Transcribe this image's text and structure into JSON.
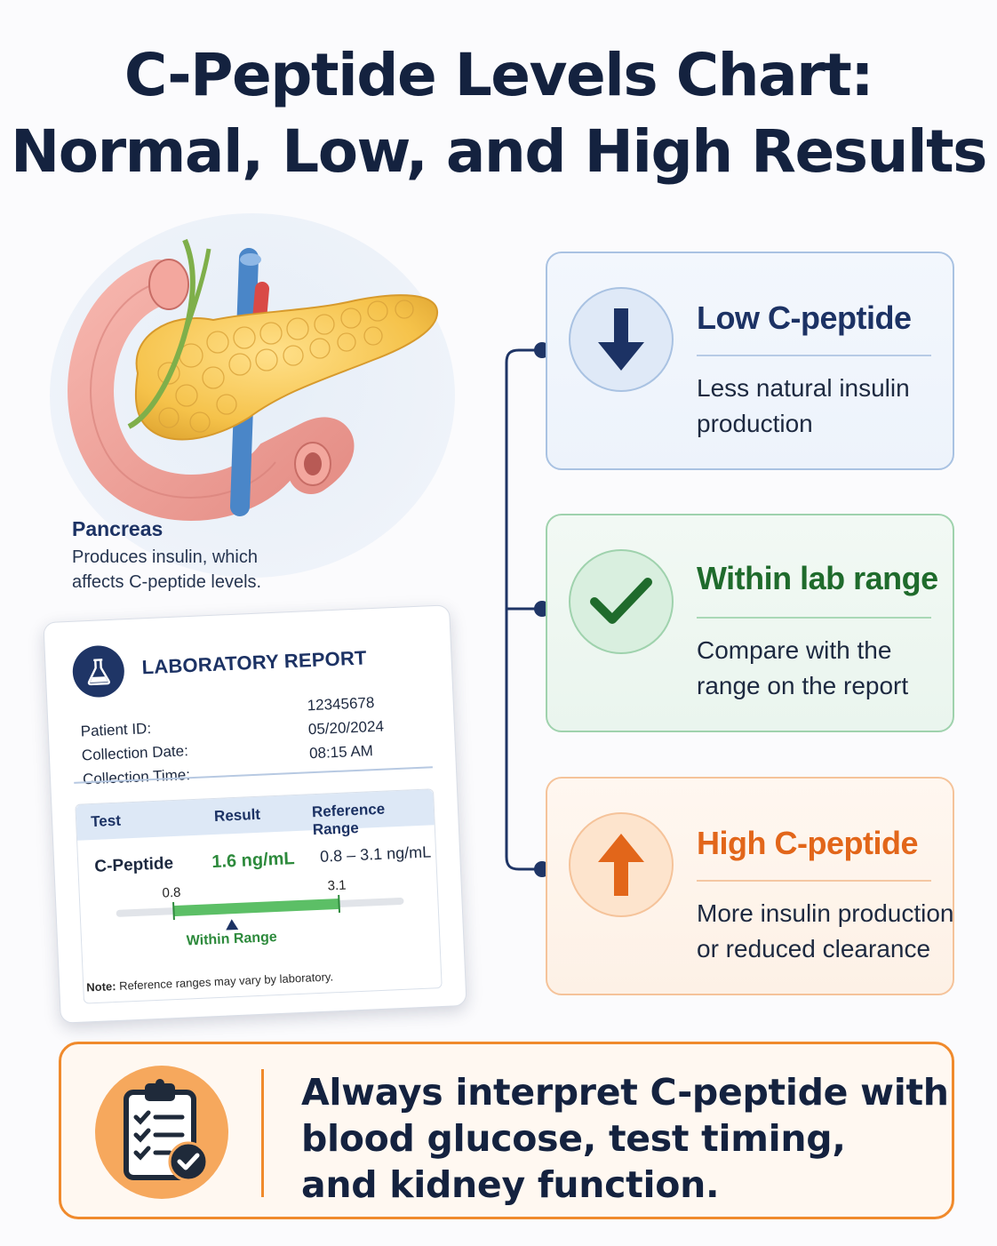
{
  "title": {
    "line1": "C-Peptide Levels Chart:",
    "line2": "Normal, Low, and High Results"
  },
  "pancreas": {
    "title": "Pancreas",
    "description": "Produces insulin, which affects C-peptide levels."
  },
  "report": {
    "title": "LABORATORY REPORT",
    "labels": {
      "patient_id": "Patient ID:",
      "collection_date": "Collection Date:",
      "collection_time": "Collection Time:"
    },
    "values": {
      "patient_id": "12345678",
      "collection_date": "05/20/2024",
      "collection_time": "08:15 AM"
    },
    "table": {
      "headers": [
        "Test",
        "Result",
        "Reference Range"
      ],
      "row": {
        "test": "C-Peptide",
        "result": "1.6 ng/mL",
        "reference": "0.8 – 3.1 ng/mL"
      }
    },
    "range": {
      "low_label": "0.8",
      "high_label": "3.1",
      "low": 0.8,
      "high": 3.1,
      "value": 1.6,
      "status": "Within Range"
    },
    "note_bold": "Note:",
    "note": " Reference ranges may vary by laboratory."
  },
  "cards": [
    {
      "heading": "Low C-peptide",
      "text": "Less natural insulin production",
      "icon": "arrow-down-icon",
      "color": "#1c3264"
    },
    {
      "heading": "Within lab range",
      "text": "Compare with the range on the report",
      "icon": "check-icon",
      "color": "#1f6b2c"
    },
    {
      "heading": "High C-peptide",
      "text": "More insulin production or reduced clearance",
      "icon": "arrow-up-icon",
      "color": "#e2661a"
    }
  ],
  "banner": {
    "line1": "Always interpret C-peptide with",
    "line2": "blood glucose, test timing,",
    "line3": "and kidney function.",
    "icon": "clipboard-check-icon"
  }
}
